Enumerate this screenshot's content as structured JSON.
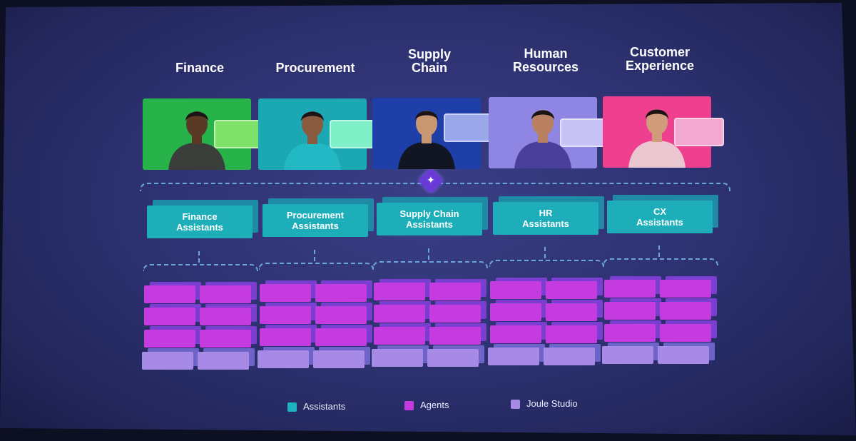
{
  "columns": [
    {
      "title": "Finance",
      "assistant": "Finance\nAssistants",
      "photo_bg": "#27b24a",
      "shirt": "#3b3d3a",
      "skin": "#5a3a24",
      "ui_color": "#7fe06a"
    },
    {
      "title": "Procurement",
      "assistant": "Procurement\nAssistants",
      "photo_bg": "#1ba8b3",
      "shirt": "#22b8c4",
      "skin": "#8a5a3e",
      "ui_color": "#7ff0c8"
    },
    {
      "title": "Supply\nChain",
      "assistant": "Supply Chain\nAssistants",
      "photo_bg": "#1f3fa8",
      "shirt": "#111622",
      "skin": "#c99873",
      "ui_color": "#9aa7e8"
    },
    {
      "title": "Human\nResources",
      "assistant": "HR\nAssistants",
      "photo_bg": "#8f86e3",
      "shirt": "#4a3f9a",
      "skin": "#b98061",
      "ui_color": "#c9c2f5"
    },
    {
      "title": "Customer\nExperience",
      "assistant": "CX\nAssistants",
      "photo_bg": "#ef3f8f",
      "shirt": "#eac7d0",
      "skin": "#d19c7c",
      "ui_color": "#f2a8d0"
    }
  ],
  "legend": [
    {
      "label": "Assistants",
      "color": "#1eb2c0"
    },
    {
      "label": "Agents",
      "color": "#c43be0"
    },
    {
      "label": "Joule Studio",
      "color": "#a78ae6"
    }
  ],
  "hub_icon": "sparkle-diamond-icon",
  "colors": {
    "background": "#2e3272",
    "assistant": "#1eaeb9",
    "agent": "#c43be0",
    "studio": "#a78ae6",
    "connector": "#6aa7d8"
  }
}
